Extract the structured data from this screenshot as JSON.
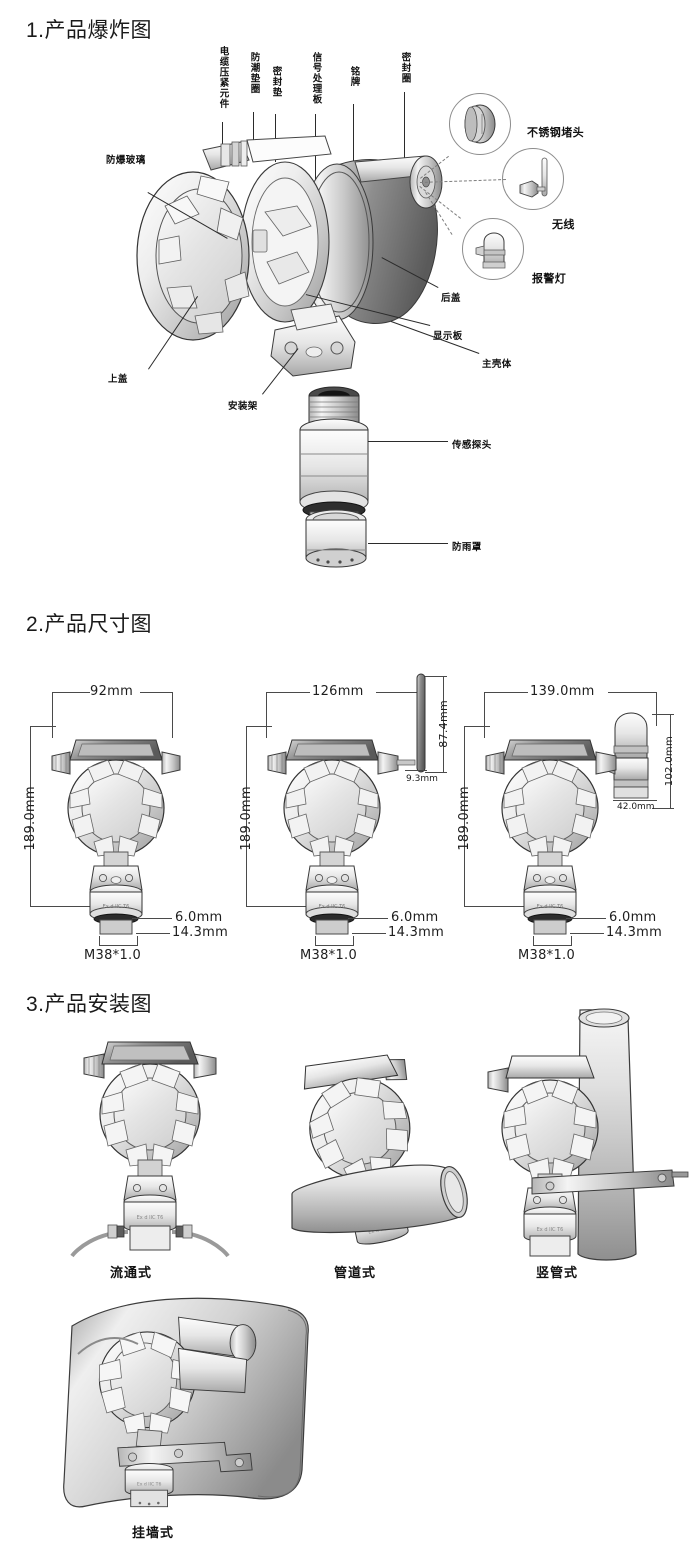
{
  "sections": {
    "exploded": {
      "title": "1.产品爆炸图",
      "top_labels": [
        {
          "text": "电缆压紧元件"
        },
        {
          "text": "防潮垫圈"
        },
        {
          "text": "密封垫"
        },
        {
          "text": "信号处理板"
        },
        {
          "text": "铭牌"
        },
        {
          "text": "密封圈"
        }
      ],
      "left_labels": [
        {
          "text": "防爆玻璃"
        },
        {
          "text": "上盖"
        }
      ],
      "center_labels": [
        {
          "text": "安装架"
        }
      ],
      "right_labels": [
        {
          "text": "后盖"
        },
        {
          "text": "显示板"
        },
        {
          "text": "主壳体"
        }
      ],
      "detail_labels": [
        {
          "text": "不锈钢堵头"
        },
        {
          "text": "无线"
        },
        {
          "text": "报警灯"
        }
      ],
      "probe_labels": [
        {
          "text": "传感探头"
        },
        {
          "text": "防雨罩"
        }
      ]
    },
    "dimensions": {
      "title": "2.产品尺寸图",
      "views": [
        {
          "name": "standard",
          "width_dim": "92mm",
          "height_dim": "189.0mm",
          "detail_dims": [
            "6.0mm",
            "14.3mm"
          ],
          "thread": "M38*1.0"
        },
        {
          "name": "wireless",
          "width_dim": "126mm",
          "height_dim": "189.0mm",
          "antenna_height": "87.4mm",
          "antenna_width": "9.3mm",
          "detail_dims": [
            "6.0mm",
            "14.3mm"
          ],
          "thread": "M38*1.0"
        },
        {
          "name": "alarm",
          "width_dim": "139.0mm",
          "height_dim": "189.0mm",
          "lamp_height": "102.0mm",
          "lamp_width": "42.0mm",
          "detail_dims": [
            "6.0mm",
            "14.3mm"
          ],
          "thread": "M38*1.0"
        }
      ]
    },
    "installation": {
      "title": "3.产品安装图",
      "items": [
        {
          "caption": "流通式"
        },
        {
          "caption": "管道式"
        },
        {
          "caption": "竖管式"
        },
        {
          "caption": "挂墙式"
        }
      ]
    }
  },
  "colors": {
    "ink": "#1a1a1a",
    "line": "#4a4a4a",
    "metal_light": "#f2f2f2",
    "metal_mid": "#c9c9c9",
    "metal_dark": "#6e6e6e",
    "glass": "#e2e2e2"
  }
}
